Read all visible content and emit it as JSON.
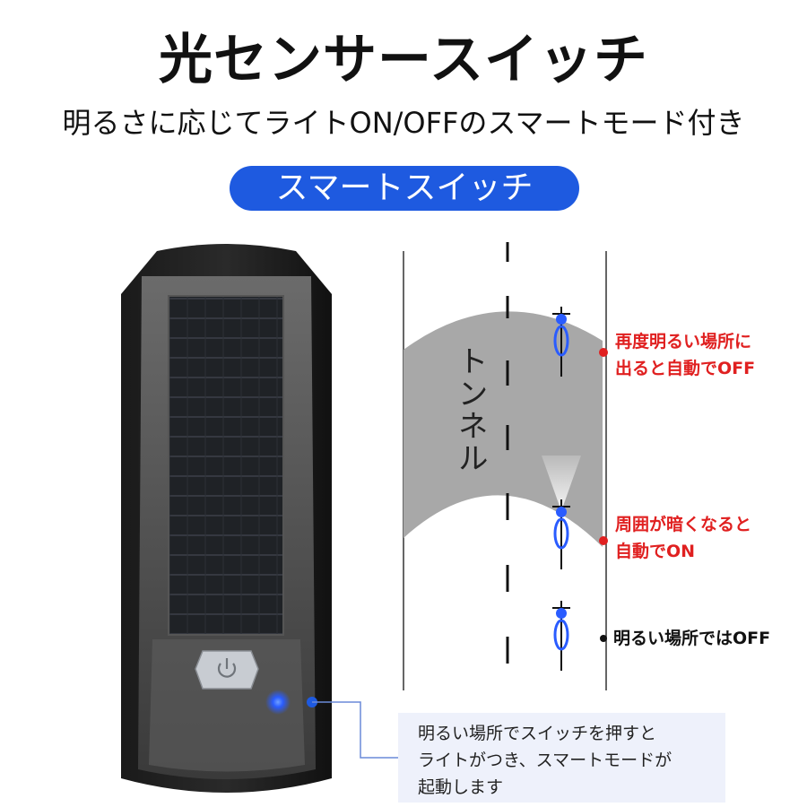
{
  "header": {
    "title": "光センサースイッチ",
    "subtitle": "明るさに応じてライトON/OFFのスマートモード付き",
    "badge": "スマートスイッチ"
  },
  "scene": {
    "tunnel_label": "トンネル",
    "notes": [
      {
        "lines": [
          "再度明るい場所に",
          "出ると自動でOFF"
        ],
        "color": "#e02020"
      },
      {
        "lines": [
          "周囲が暗くなると",
          "自動でON"
        ],
        "color": "#e02020"
      },
      {
        "lines": [
          "明るい場所ではOFF"
        ],
        "color": "#111111"
      }
    ]
  },
  "callout": {
    "lines": [
      "明るい場所でスイッチを押すと",
      "ライトがつき、スマートモードが",
      "起動します"
    ]
  },
  "colors": {
    "accent_blue": "#1e5ae0",
    "note_red": "#e02020",
    "tunnel_gray": "#a8a8a8",
    "callout_bg": "#eef1fb"
  },
  "icons": {
    "power": "power-icon",
    "bicycle": "bicycle-icon"
  }
}
